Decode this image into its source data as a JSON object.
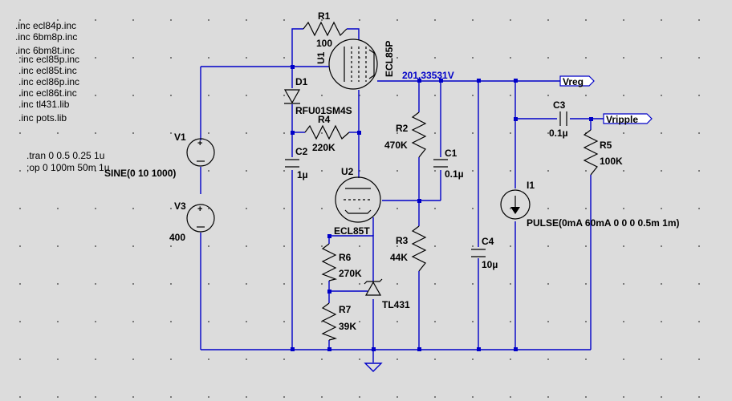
{
  "directives": {
    "includes": [
      ".inc ecl84p.inc",
      ".inc 6bm8p.inc",
      ".inc 6bm8t.inc",
      ".inc ecl85p.inc",
      ".inc ecl85t.inc",
      ".inc ecl86p.inc",
      ".inc ecl86t.inc",
      ".inc tl431.lib",
      ".inc pots.lib"
    ],
    "tran": ".tran 0 0.5 0.25 1u",
    "op": ";op 0 100m 50m 1u"
  },
  "components": {
    "R1": {
      "name": "R1",
      "value": "100"
    },
    "U1": {
      "name": "U1",
      "model": "ECL85P"
    },
    "D1": {
      "name": "D1",
      "model": "RFU01SM4S"
    },
    "R4": {
      "name": "R4",
      "value": "220K"
    },
    "C2": {
      "name": "C2",
      "value": "1µ"
    },
    "V1": {
      "name": "V1",
      "value": "SINE(0 10 1000)"
    },
    "V3": {
      "name": "V3",
      "value": "400"
    },
    "U2": {
      "name": "U2",
      "model": "ECL85T"
    },
    "R2": {
      "name": "R2",
      "value": "470K"
    },
    "C1": {
      "name": "C1",
      "value": "0.1µ"
    },
    "R3": {
      "name": "R3",
      "value": "44K"
    },
    "C4": {
      "name": "C4",
      "value": "10µ"
    },
    "R6": {
      "name": "R6",
      "value": "270K"
    },
    "R7": {
      "name": "R7",
      "value": "39K"
    },
    "TL431": {
      "name": "TL431"
    },
    "I1": {
      "name": "I1",
      "value": "PULSE(0mA 60mA 0 0 0 0.5m 1m)"
    },
    "C3": {
      "name": "C3",
      "value": "0.1µ"
    },
    "R5": {
      "name": "R5",
      "value": "100K"
    }
  },
  "net_voltage": "201.33531V",
  "labels": {
    "vreg": "Vreg",
    "vripple": "Vripple"
  },
  "colors": {
    "background": "#dcdcdc",
    "wire": "#0000c8",
    "grid_dot": "#7a7a7a",
    "component": "#000000",
    "voltage_text": "#0000c8"
  }
}
